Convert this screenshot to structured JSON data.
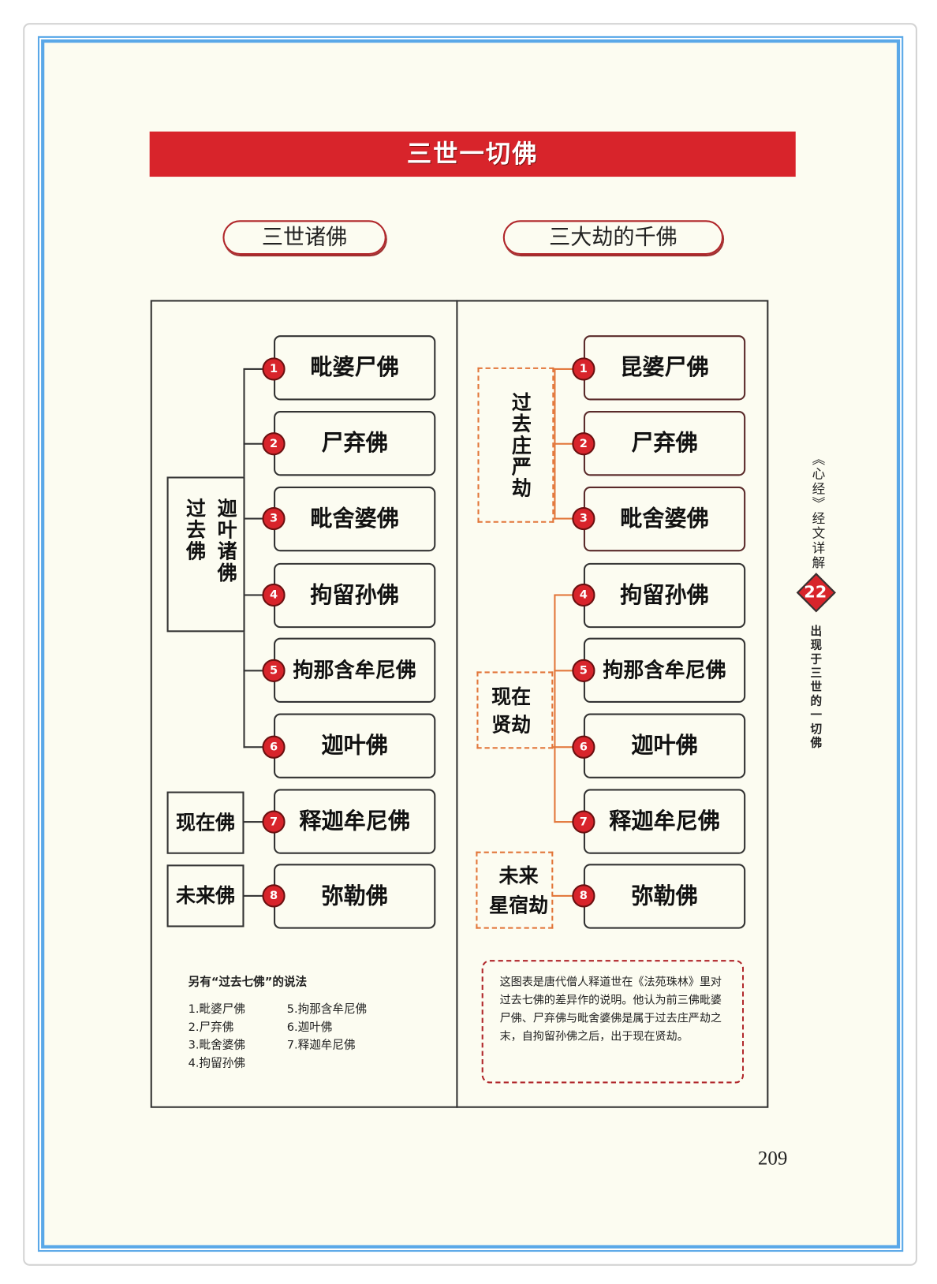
{
  "title": "三世一切佛",
  "section_left": "三世诸佛",
  "section_right": "三大劫的千佛",
  "left": {
    "groups": {
      "past_a": "过去佛",
      "past_b": "迦叶诸佛",
      "present": "现在佛",
      "future": "未来佛"
    },
    "buddhas": [
      {
        "num": "1",
        "name": "毗婆尸佛"
      },
      {
        "num": "2",
        "name": "尸弃佛"
      },
      {
        "num": "3",
        "name": "毗舍婆佛"
      },
      {
        "num": "4",
        "name": "拘留孙佛"
      },
      {
        "num": "5",
        "name": "拘那含牟尼佛"
      },
      {
        "num": "6",
        "name": "迦叶佛"
      },
      {
        "num": "7",
        "name": "释迦牟尼佛"
      },
      {
        "num": "8",
        "name": "弥勒佛"
      }
    ]
  },
  "right": {
    "groups": {
      "past": "过去庄严劫",
      "present": "现在贤劫",
      "future_a": "未来",
      "future_b": "星宿劫",
      "present_a": "现在",
      "present_b": "贤劫"
    },
    "buddhas": [
      {
        "num": "1",
        "name": "昆婆尸佛"
      },
      {
        "num": "2",
        "name": "尸弃佛"
      },
      {
        "num": "3",
        "name": "毗舍婆佛"
      },
      {
        "num": "4",
        "name": "拘留孙佛"
      },
      {
        "num": "5",
        "name": "拘那含牟尼佛"
      },
      {
        "num": "6",
        "name": "迦叶佛"
      },
      {
        "num": "7",
        "name": "释迦牟尼佛"
      },
      {
        "num": "8",
        "name": "弥勒佛"
      }
    ]
  },
  "notes": {
    "title": "另有“过去七佛”的说法",
    "items": [
      "1.毗婆尸佛",
      "2.尸弃佛",
      "3.毗舍婆佛",
      "4.拘留孙佛",
      "5.拘那含牟尼佛",
      "6.迦叶佛",
      "7.释迦牟尼佛"
    ]
  },
  "explanation": "这图表是唐代僧人释道世在《法苑珠林》里对过去七佛的差异作的说明。他认为前三佛毗婆尸佛、尸弃佛与毗舍婆佛是属于过去庄严劫之末，自拘留孙佛之后，出于现在贤劫。",
  "sidebar": {
    "book": "《心经》经文详解",
    "chapter_num": "22",
    "chapter_title": "出现于三世的一切佛"
  },
  "page_number": "209"
}
